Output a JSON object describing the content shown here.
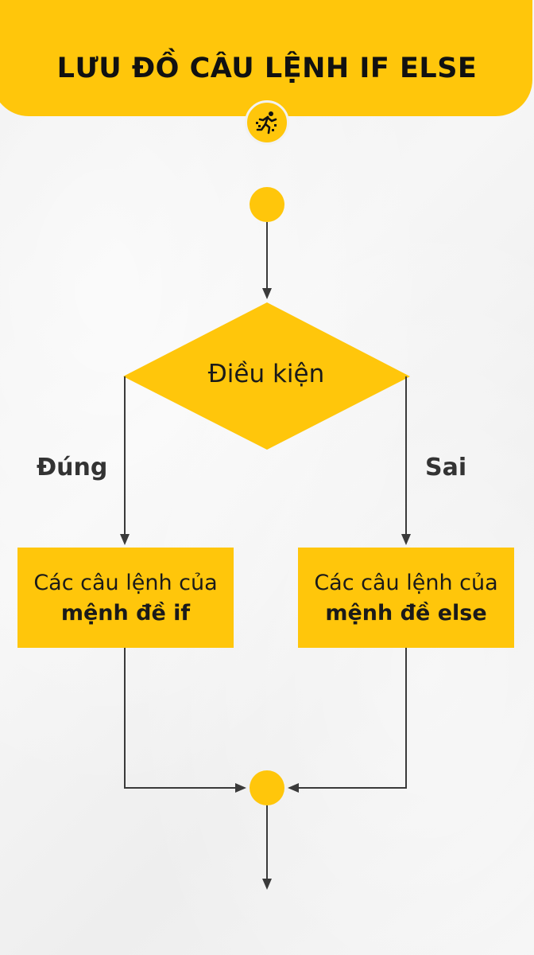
{
  "header": {
    "title": "LƯU ĐỒ CÂU LỆNH IF ELSE",
    "logo_icon": "running-person-icon"
  },
  "flowchart": {
    "nodes": [
      {
        "id": "start",
        "type": "start-circle"
      },
      {
        "id": "condition",
        "type": "decision",
        "label": "Điều kiện"
      },
      {
        "id": "if_block",
        "type": "process",
        "line1": "Các câu lệnh của",
        "line2": "mệnh đề if"
      },
      {
        "id": "else_block",
        "type": "process",
        "line1": "Các câu lệnh của",
        "line2": "mệnh đề else"
      },
      {
        "id": "merge",
        "type": "merge-circle"
      }
    ],
    "edges": [
      {
        "from": "start",
        "to": "condition"
      },
      {
        "from": "condition",
        "to": "if_block",
        "label": "Đúng"
      },
      {
        "from": "condition",
        "to": "else_block",
        "label": "Sai"
      },
      {
        "from": "if_block",
        "to": "merge"
      },
      {
        "from": "else_block",
        "to": "merge"
      },
      {
        "from": "merge",
        "to": "exit"
      }
    ]
  },
  "colors": {
    "accent": "#FFC60B",
    "line": "#3a3a3a",
    "background": "#f2f2f2",
    "text": "#111111"
  }
}
